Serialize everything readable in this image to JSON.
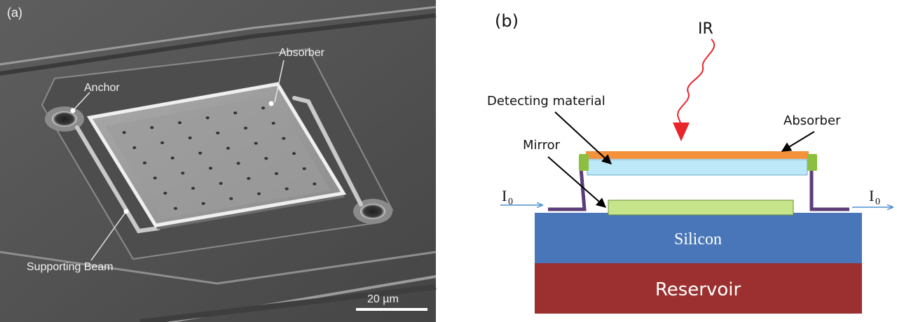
{
  "panel_a": {
    "tag": "(a)",
    "labels": {
      "absorber": "Absorber",
      "anchor": "Anchor",
      "supporting_beam": "Supporting Beam"
    },
    "scale_bar": "20 µm"
  },
  "panel_b": {
    "tag": "(b)",
    "labels": {
      "ir": "IR",
      "detecting_material": "Detecting material",
      "absorber": "Absorber",
      "mirror": "Mirror",
      "current_symbol": "I",
      "current_subscript": "0",
      "silicon": "Silicon",
      "reservoir": "Reservoir"
    },
    "colors": {
      "ir": "#e8252b",
      "absorber": "#f4923c",
      "detecting_material": "#bde8f7",
      "mirror": "#c6e58b",
      "anchor_cap": "#8cbf3f",
      "support": "#5d3d78",
      "silicon": "#4976b8",
      "reservoir": "#9c3030",
      "current_arrow": "#4f8fd0"
    }
  }
}
